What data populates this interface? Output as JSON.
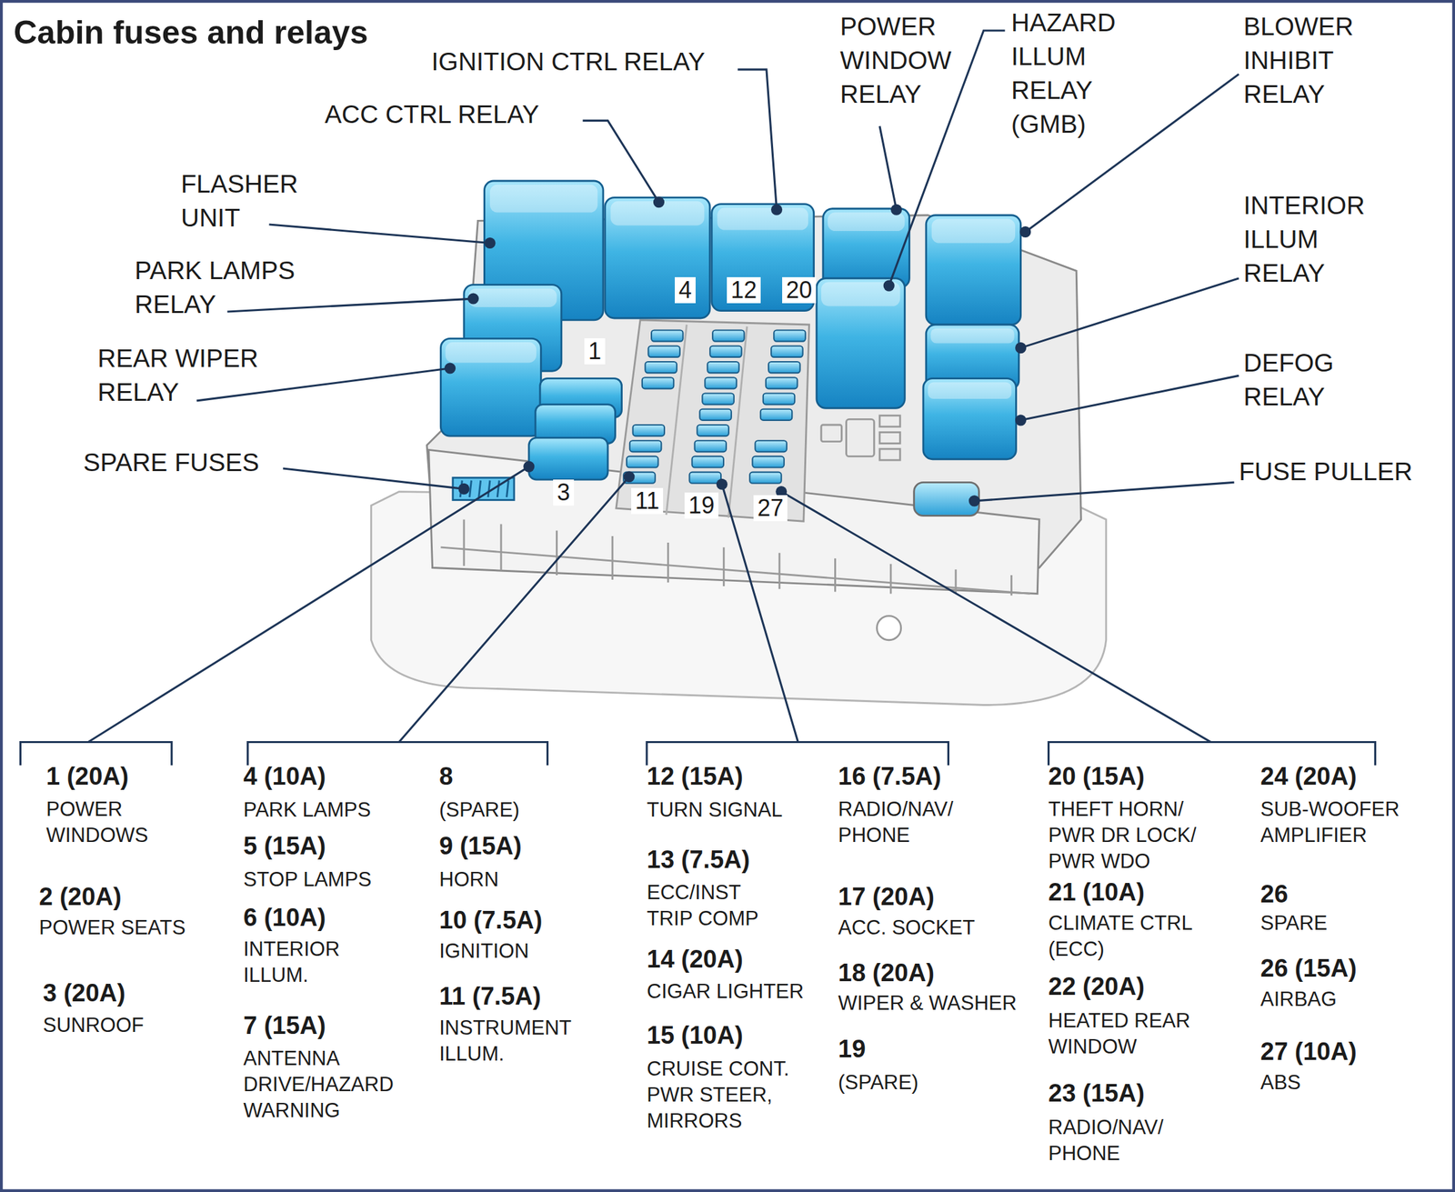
{
  "diagram": {
    "title": "Cabin fuses and relays",
    "labels": [
      "IGNITION CTRL RELAY",
      "ACC CTRL RELAY",
      "FLASHER UNIT",
      "PARK LAMPS RELAY",
      "REAR WIPER RELAY",
      "SPARE FUSES",
      "POWER WINDOW RELAY",
      "HAZARD ILLUM RELAY (GMB)",
      "BLOWER INHIBIT RELAY",
      "INTERIOR ILLUM RELAY",
      "DEFOG RELAY",
      "FUSE PULLER",
      "4",
      "12",
      "20",
      "1",
      "3",
      "11",
      "19",
      "27",
      "1 (20A)",
      "POWER WINDOWS",
      "2 (20A)",
      "POWER SEATS",
      "3 (20A)",
      "SUNROOF",
      "4 (10A)",
      "PARK LAMPS",
      "5 (15A)",
      "STOP LAMPS",
      "6 (10A)",
      "INTERIOR ILLUM.",
      "7 (15A)",
      "ANTENNA DRIVE/HAZARD WARNING",
      "8",
      "(SPARE)",
      "9 (15A)",
      "HORN",
      "10 (7.5A)",
      "IGNITION",
      "11 (7.5A)",
      "INSTRUMENT ILLUM.",
      "12 (15A)",
      "TURN SIGNAL",
      "13 (7.5A)",
      "ECC/INST TRIP COMP",
      "14 (20A)",
      "CIGAR LIGHTER",
      "15 (10A)",
      "CRUISE CONT. PWR STEER, MIRRORS",
      "16 (7.5A)",
      "RADIO/NAV/ PHONE",
      "17 (20A)",
      "ACC. SOCKET",
      "18 (20A)",
      "WIPER & WASHER",
      "19",
      "(SPARE)",
      "20 (15A)",
      "THEFT HORN/ PWR DR LOCK/ PWR WDO",
      "21 (10A)",
      "CLIMATE CTRL (ECC)",
      "22 (20A)",
      "HEATED REAR WINDOW",
      "23 (15A)",
      "RADIO/NAV/ PHONE",
      "24 (20A)",
      "SUB-WOOFER AMPLIFIER",
      "26",
      "SPARE",
      "26 (15A)",
      "AIRBAG",
      "27 (10A)",
      "ABS"
    ]
  }
}
